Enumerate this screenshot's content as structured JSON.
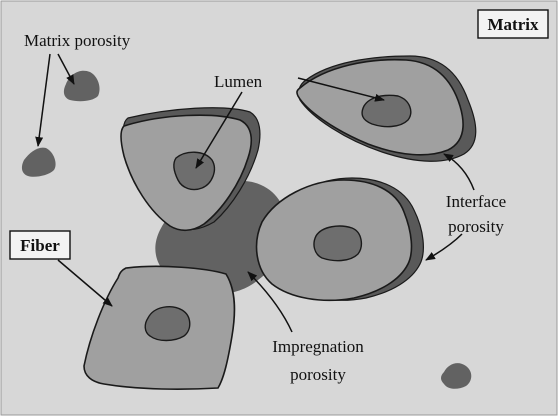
{
  "labels": {
    "matrix": "Matrix",
    "matrix_porosity": "Matrix porosity",
    "lumen": "Lumen",
    "fiber": "Fiber",
    "interface_line1": "Interface",
    "interface_line2": "porosity",
    "impregnation_line1": "Impregnation",
    "impregnation_line2": "porosity"
  },
  "colors": {
    "matrix_background": "#d7d7d7",
    "fiber": "#a0a0a0",
    "lumen": "#6e6e6e",
    "porosity": "#5f5f5f",
    "outline": "#1a1a1a"
  }
}
